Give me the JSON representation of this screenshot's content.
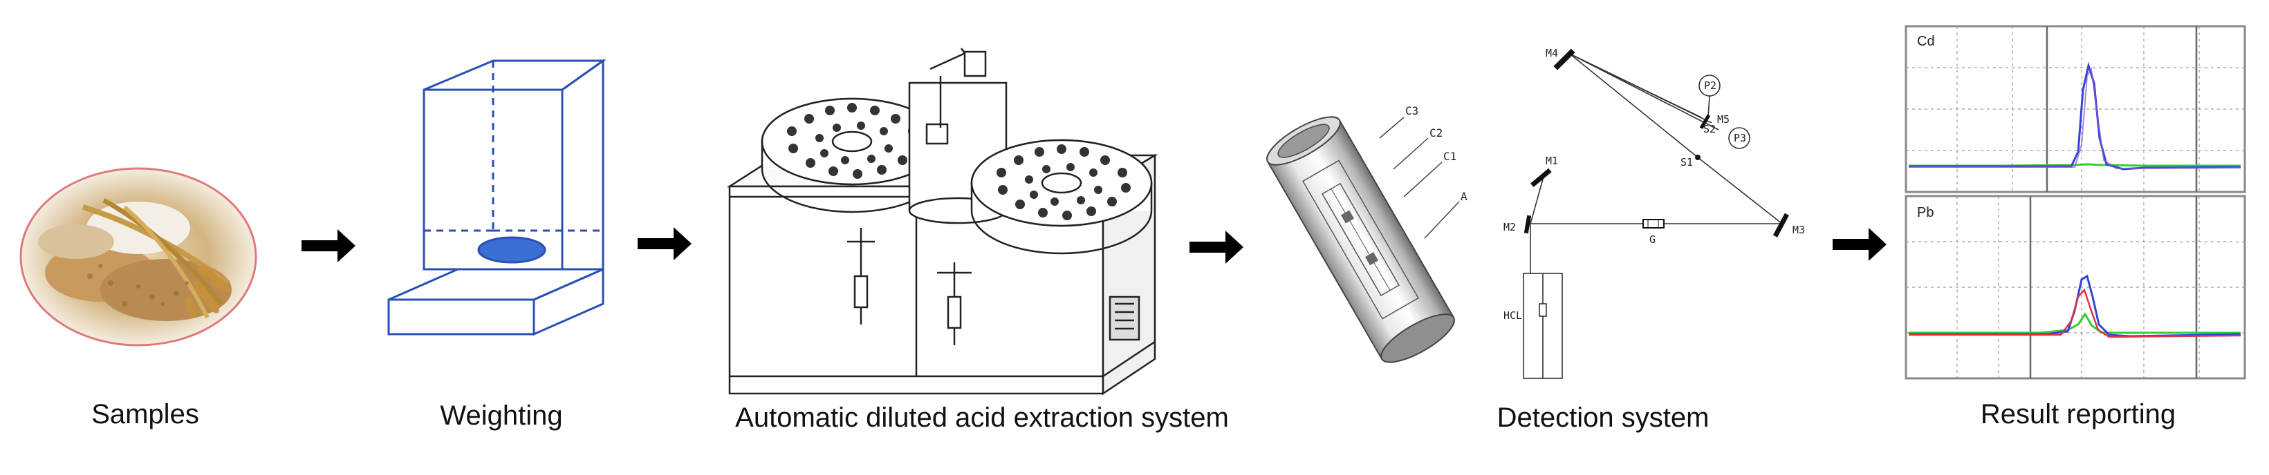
{
  "colors": {
    "weigh_box": "#2a4fb5",
    "weigh_dish": "#3b6fd3",
    "sample_border": "#e07a7a",
    "arrow": "#000000",
    "green": "#33cc33",
    "blue": "#3344dd",
    "red": "#dd3344"
  },
  "stages": [
    {
      "label": "Samples"
    },
    {
      "label": "Weighting"
    },
    {
      "label": "Automatic diluted acid extraction system"
    },
    {
      "label": "Detection system"
    },
    {
      "label": "Result reporting"
    }
  ],
  "cell_labels": [
    "C3",
    "C2",
    "C1",
    "A"
  ],
  "detection_labels": {
    "m1": "M1",
    "m2": "M2",
    "m3": "M3",
    "m4": "M4",
    "m5": "M5",
    "s1": "S1",
    "s2": "S2",
    "p2": "P2",
    "p3": "P3",
    "g": "G",
    "hcl": "HCL"
  },
  "result_panels": [
    {
      "element": "Cd"
    },
    {
      "element": "Pb"
    }
  ]
}
